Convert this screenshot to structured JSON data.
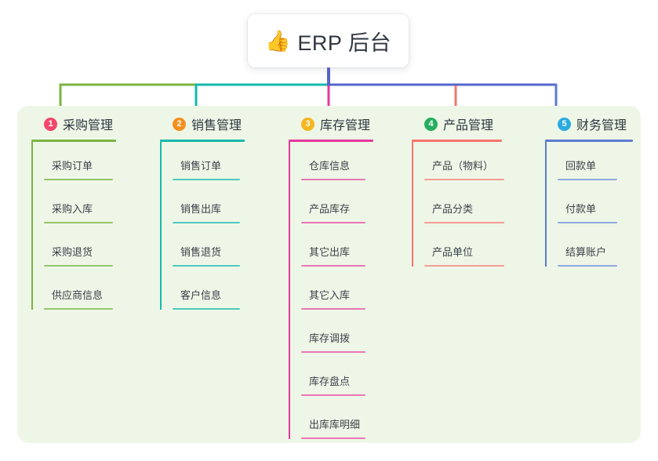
{
  "title": {
    "emoji": "👍",
    "emoji_name": "thumbs-up-icon",
    "text": "ERP 后台"
  },
  "palette": {
    "canvas": "#ffffff",
    "panel_bg": "#eef7e7",
    "text_dark": "#2f3640",
    "text_leaf": "#3b4149",
    "stem_blue": "#5566cc",
    "col1": "#7cb342",
    "col2": "#16b9ac",
    "col3": "#e6399b",
    "col4": "#f4756b",
    "col5": "#5b7bd0",
    "badge1": "#f4476b",
    "badge2": "#f5901e",
    "badge3": "#f5b61e",
    "badge4": "#27ae60",
    "badge5": "#29abe2"
  },
  "columns": [
    {
      "index": "1",
      "label": "采购管理",
      "accent": "#7cb342",
      "badge_color": "#f4476b",
      "leaf_accent": "#94c46a",
      "items": [
        "采购订单",
        "采购入库",
        "采购退货",
        "供应商信息"
      ]
    },
    {
      "index": "2",
      "label": "销售管理",
      "accent": "#16b9ac",
      "badge_color": "#f5901e",
      "leaf_accent": "#4ec9bf",
      "items": [
        "销售订单",
        "销售出库",
        "销售退货",
        "客户信息"
      ]
    },
    {
      "index": "3",
      "label": "库存管理",
      "accent": "#e6399b",
      "badge_color": "#f5b61e",
      "leaf_accent": "#e977b4",
      "items": [
        "仓库信息",
        "产品库存",
        "其它出库",
        "其它入库",
        "库存调拨",
        "库存盘点",
        "出库库明细"
      ]
    },
    {
      "index": "4",
      "label": "产品管理",
      "accent": "#f4756b",
      "badge_color": "#27ae60",
      "leaf_accent": "#f59c94",
      "items": [
        "产品（物料）",
        "产品分类",
        "产品单位"
      ]
    },
    {
      "index": "5",
      "label": "财务管理",
      "accent": "#5b7bd0",
      "badge_color": "#29abe2",
      "leaf_accent": "#8fa9e0",
      "items": [
        "回款单",
        "付款单",
        "结算账户"
      ]
    }
  ]
}
